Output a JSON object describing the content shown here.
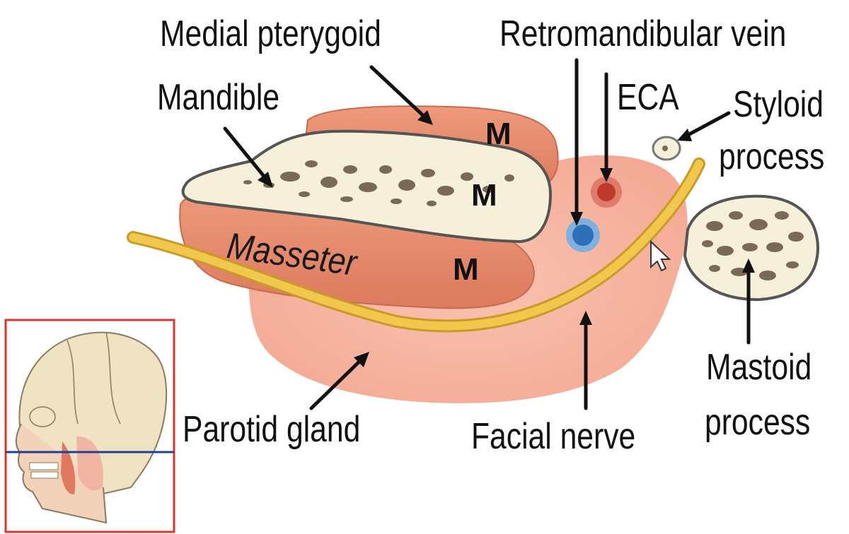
{
  "labels": {
    "medial_pterygoid": "Medial pterygoid",
    "retromandibular_vein": "Retromandibular vein",
    "mandible": "Mandible",
    "eca": "ECA",
    "styloid_line1": "Styloid",
    "styloid_line2": "process",
    "masseter": "Masseter",
    "mastoid_line1": "Mastoid",
    "mastoid_line2": "process",
    "parotid_gland": "Parotid gland",
    "facial_nerve": "Facial nerve"
  },
  "markers": [
    "M",
    "M",
    "M"
  ],
  "colors": {
    "muscle": "#e6876a",
    "parotid": "#f7b3a0",
    "bone": "#f6f0da",
    "bone_trabecular": "#7a6a55",
    "nerve": "#f2c84c",
    "vein": "#2f6fb7",
    "artery": "#c0392b",
    "inset_frame": "#d9362c",
    "plane_line": "#1f3f9a"
  },
  "icons": [
    "cursor-arrow-icon"
  ]
}
